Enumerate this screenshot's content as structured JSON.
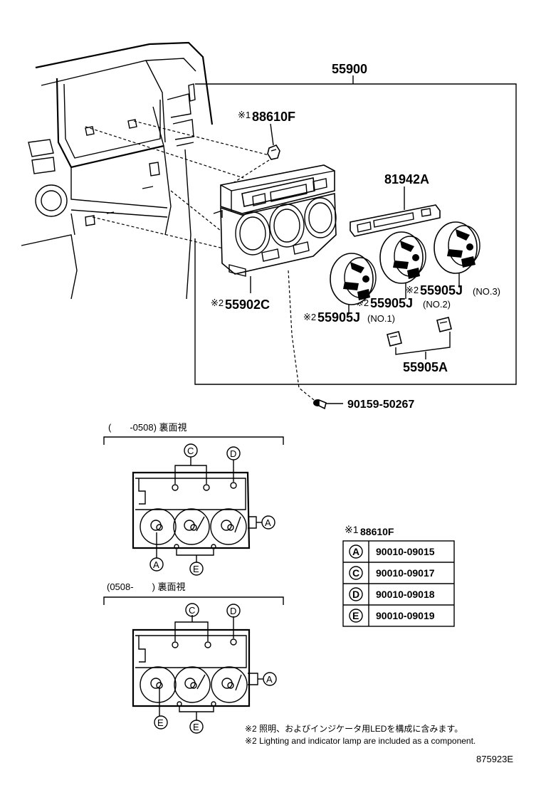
{
  "callouts": {
    "assembly": "55900",
    "switch_clip": "88610F",
    "switch_clip_mark": "※1",
    "panel_plate": "81942A",
    "knob_no3": "55905J",
    "knob_no3_suffix": "(NO.3)",
    "knob_no2": "55905J",
    "knob_no2_suffix": "(NO.2)",
    "knob_no1": "55905J",
    "knob_no1_suffix": "(NO.1)",
    "knob_mark": "※2",
    "control_panel": "55902C",
    "control_panel_mark": "※2",
    "knob_pair": "55905A",
    "screw": "90159-50267"
  },
  "rear_view_1": {
    "caption": "(　　-0508) 裏面視"
  },
  "rear_view_2": {
    "caption": "(0508-　　) 裏面視"
  },
  "bulb_letters": {
    "a": "A",
    "c": "C",
    "d": "D",
    "e": "E"
  },
  "bulb_table": {
    "header_mark": "※1",
    "header": "88610F",
    "rows": [
      {
        "letter": "A",
        "part": "90010-09015"
      },
      {
        "letter": "C",
        "part": "90010-09017"
      },
      {
        "letter": "D",
        "part": "90010-09018"
      },
      {
        "letter": "E",
        "part": "90010-09019"
      }
    ]
  },
  "notes": {
    "jp": "※2 照明、およびインジケータ用LEDを構成に含みます。",
    "en": "※2 Lighting and indicator lamp are included as a component."
  },
  "figure_id": "875923E"
}
